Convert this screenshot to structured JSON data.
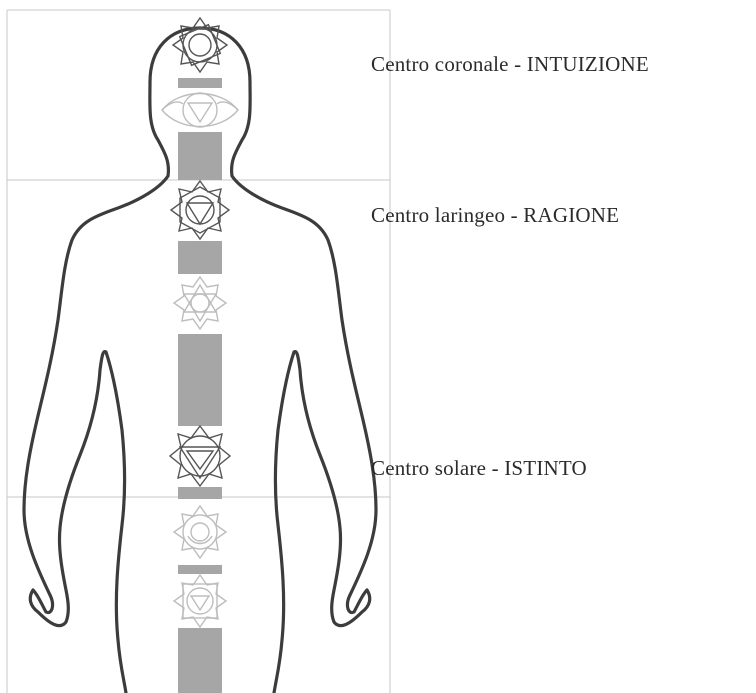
{
  "labels": {
    "coronale": "Centro coronale - INTUIZIONE",
    "laringeo": "Centro laringeo - RAGIONE",
    "solare": "Centro solare - ISTINTO"
  },
  "chakras": [
    {
      "name": "crown",
      "shape": "lotus-circle",
      "shade": "dark"
    },
    {
      "name": "third-eye",
      "shape": "eye-triangle",
      "shade": "light"
    },
    {
      "name": "throat",
      "shape": "star-triangle-circle",
      "shade": "dark"
    },
    {
      "name": "heart",
      "shape": "hexagram-lotus",
      "shade": "light"
    },
    {
      "name": "solar-plexus",
      "shape": "lotus-triangle",
      "shade": "dark"
    },
    {
      "name": "sacral",
      "shape": "lotus-crescent",
      "shade": "light"
    },
    {
      "name": "root",
      "shape": "square-triangle",
      "shade": "light"
    }
  ],
  "colors": {
    "outline": "#3c3c3c",
    "chakra_dark": "#555555",
    "chakra_light": "#bdbdbd",
    "bar": "#a6a6a6",
    "frame": "#c7c7c7"
  }
}
